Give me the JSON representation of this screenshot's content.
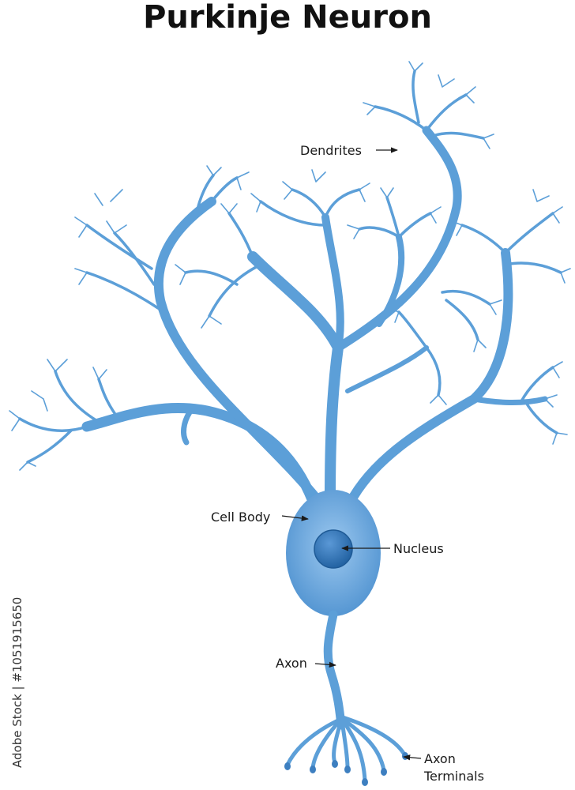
{
  "title": "Purkinje Neuron",
  "labels": {
    "dendrites": "Dendrites",
    "cell_body": "Cell Body",
    "nucleus": "Nucleus",
    "axon": "Axon",
    "axon_terminals_line1": "Axon",
    "axon_terminals_line2": "Terminals"
  },
  "watermark": "Adobe Stock | #1051915650",
  "colors": {
    "neuron": "#5c9fd8",
    "neuron_dark": "#3d7fc0",
    "nucleus": "#2f6fb0",
    "text": "#1a1a1a"
  }
}
